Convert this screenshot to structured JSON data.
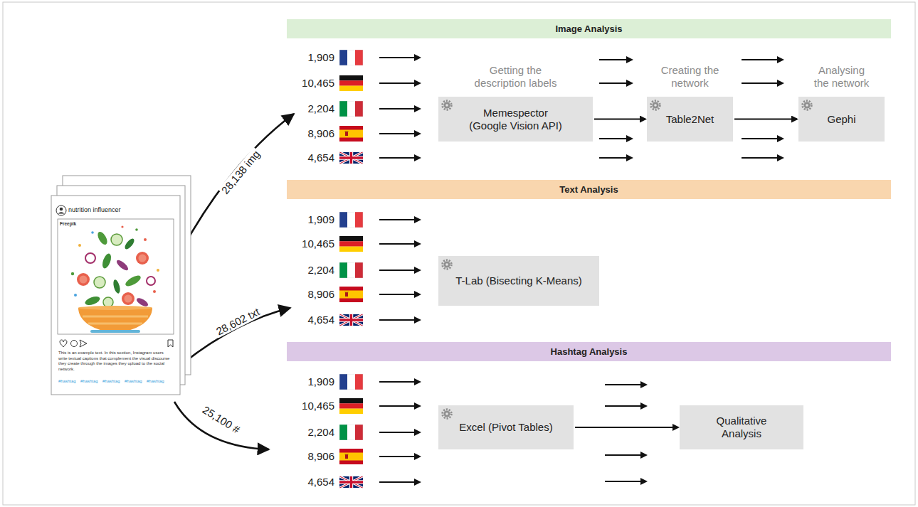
{
  "diagram": {
    "nodes": [
      {
        "text": [
          "nutrition influencer",
          "Freepik",
          "This is an example text. In this section, Instagram users write textual captions that complement the visual discourse they create through the images they upload to the social network.",
          "#hashtag",
          "#hashtag",
          "#hashtag",
          "#hashtag",
          "#hashtag"
        ]
      },
      {
        "text": [
          "Image Analysis"
        ]
      },
      {
        "text": [
          "Getting the description labels",
          "Memespector (Google Vision API)"
        ]
      },
      {
        "text": [
          "Creating the network",
          "Table2Net"
        ]
      },
      {
        "text": [
          "Analysing the network",
          "Gephi"
        ]
      },
      {
        "text": [
          "Text Analysis"
        ]
      },
      {
        "text": [
          "T-Lab (Bisecting K-Means)"
        ]
      },
      {
        "text": [
          "Hashtag Analysis"
        ]
      },
      {
        "text": [
          "Excel (Pivot Tables)"
        ]
      },
      {
        "text": [
          "Qualitative Analysis"
        ]
      }
    ],
    "edges": [
      {
        "from": 2,
        "to": 3,
        "arrow": "to"
      },
      {
        "from": 3,
        "to": 4,
        "arrow": "to"
      },
      {
        "from": 8,
        "to": 9,
        "arrow": "to"
      }
    ],
    "labels": [
      "28,138 img",
      "28,602 txt",
      "25,100 #",
      "1,909",
      "10,465",
      "2,204",
      "8,906",
      "4,654",
      "1,909",
      "10,465",
      "2,204",
      "8,906",
      "4,654",
      "1,909",
      "10,465",
      "2,204",
      "8,906",
      "4,654"
    ]
  }
}
